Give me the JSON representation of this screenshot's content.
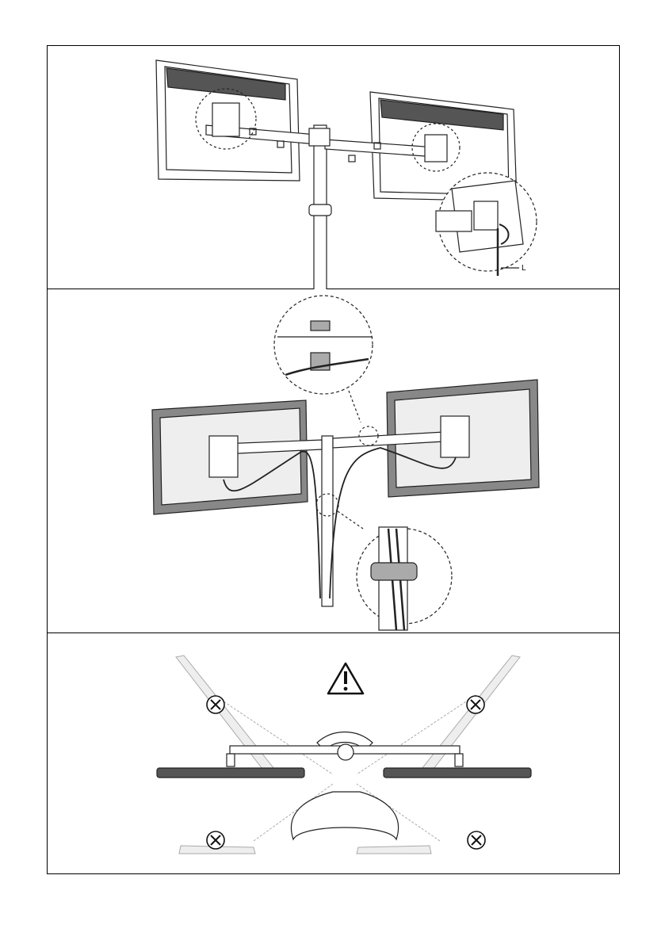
{
  "document": {
    "panels": [
      {
        "id": "step-1",
        "callout_label": "L"
      },
      {
        "id": "step-2"
      },
      {
        "id": "step-3",
        "warning_icon": "warning-triangle-icon",
        "prohibit_icon": "prohibit-x-icon"
      }
    ]
  }
}
